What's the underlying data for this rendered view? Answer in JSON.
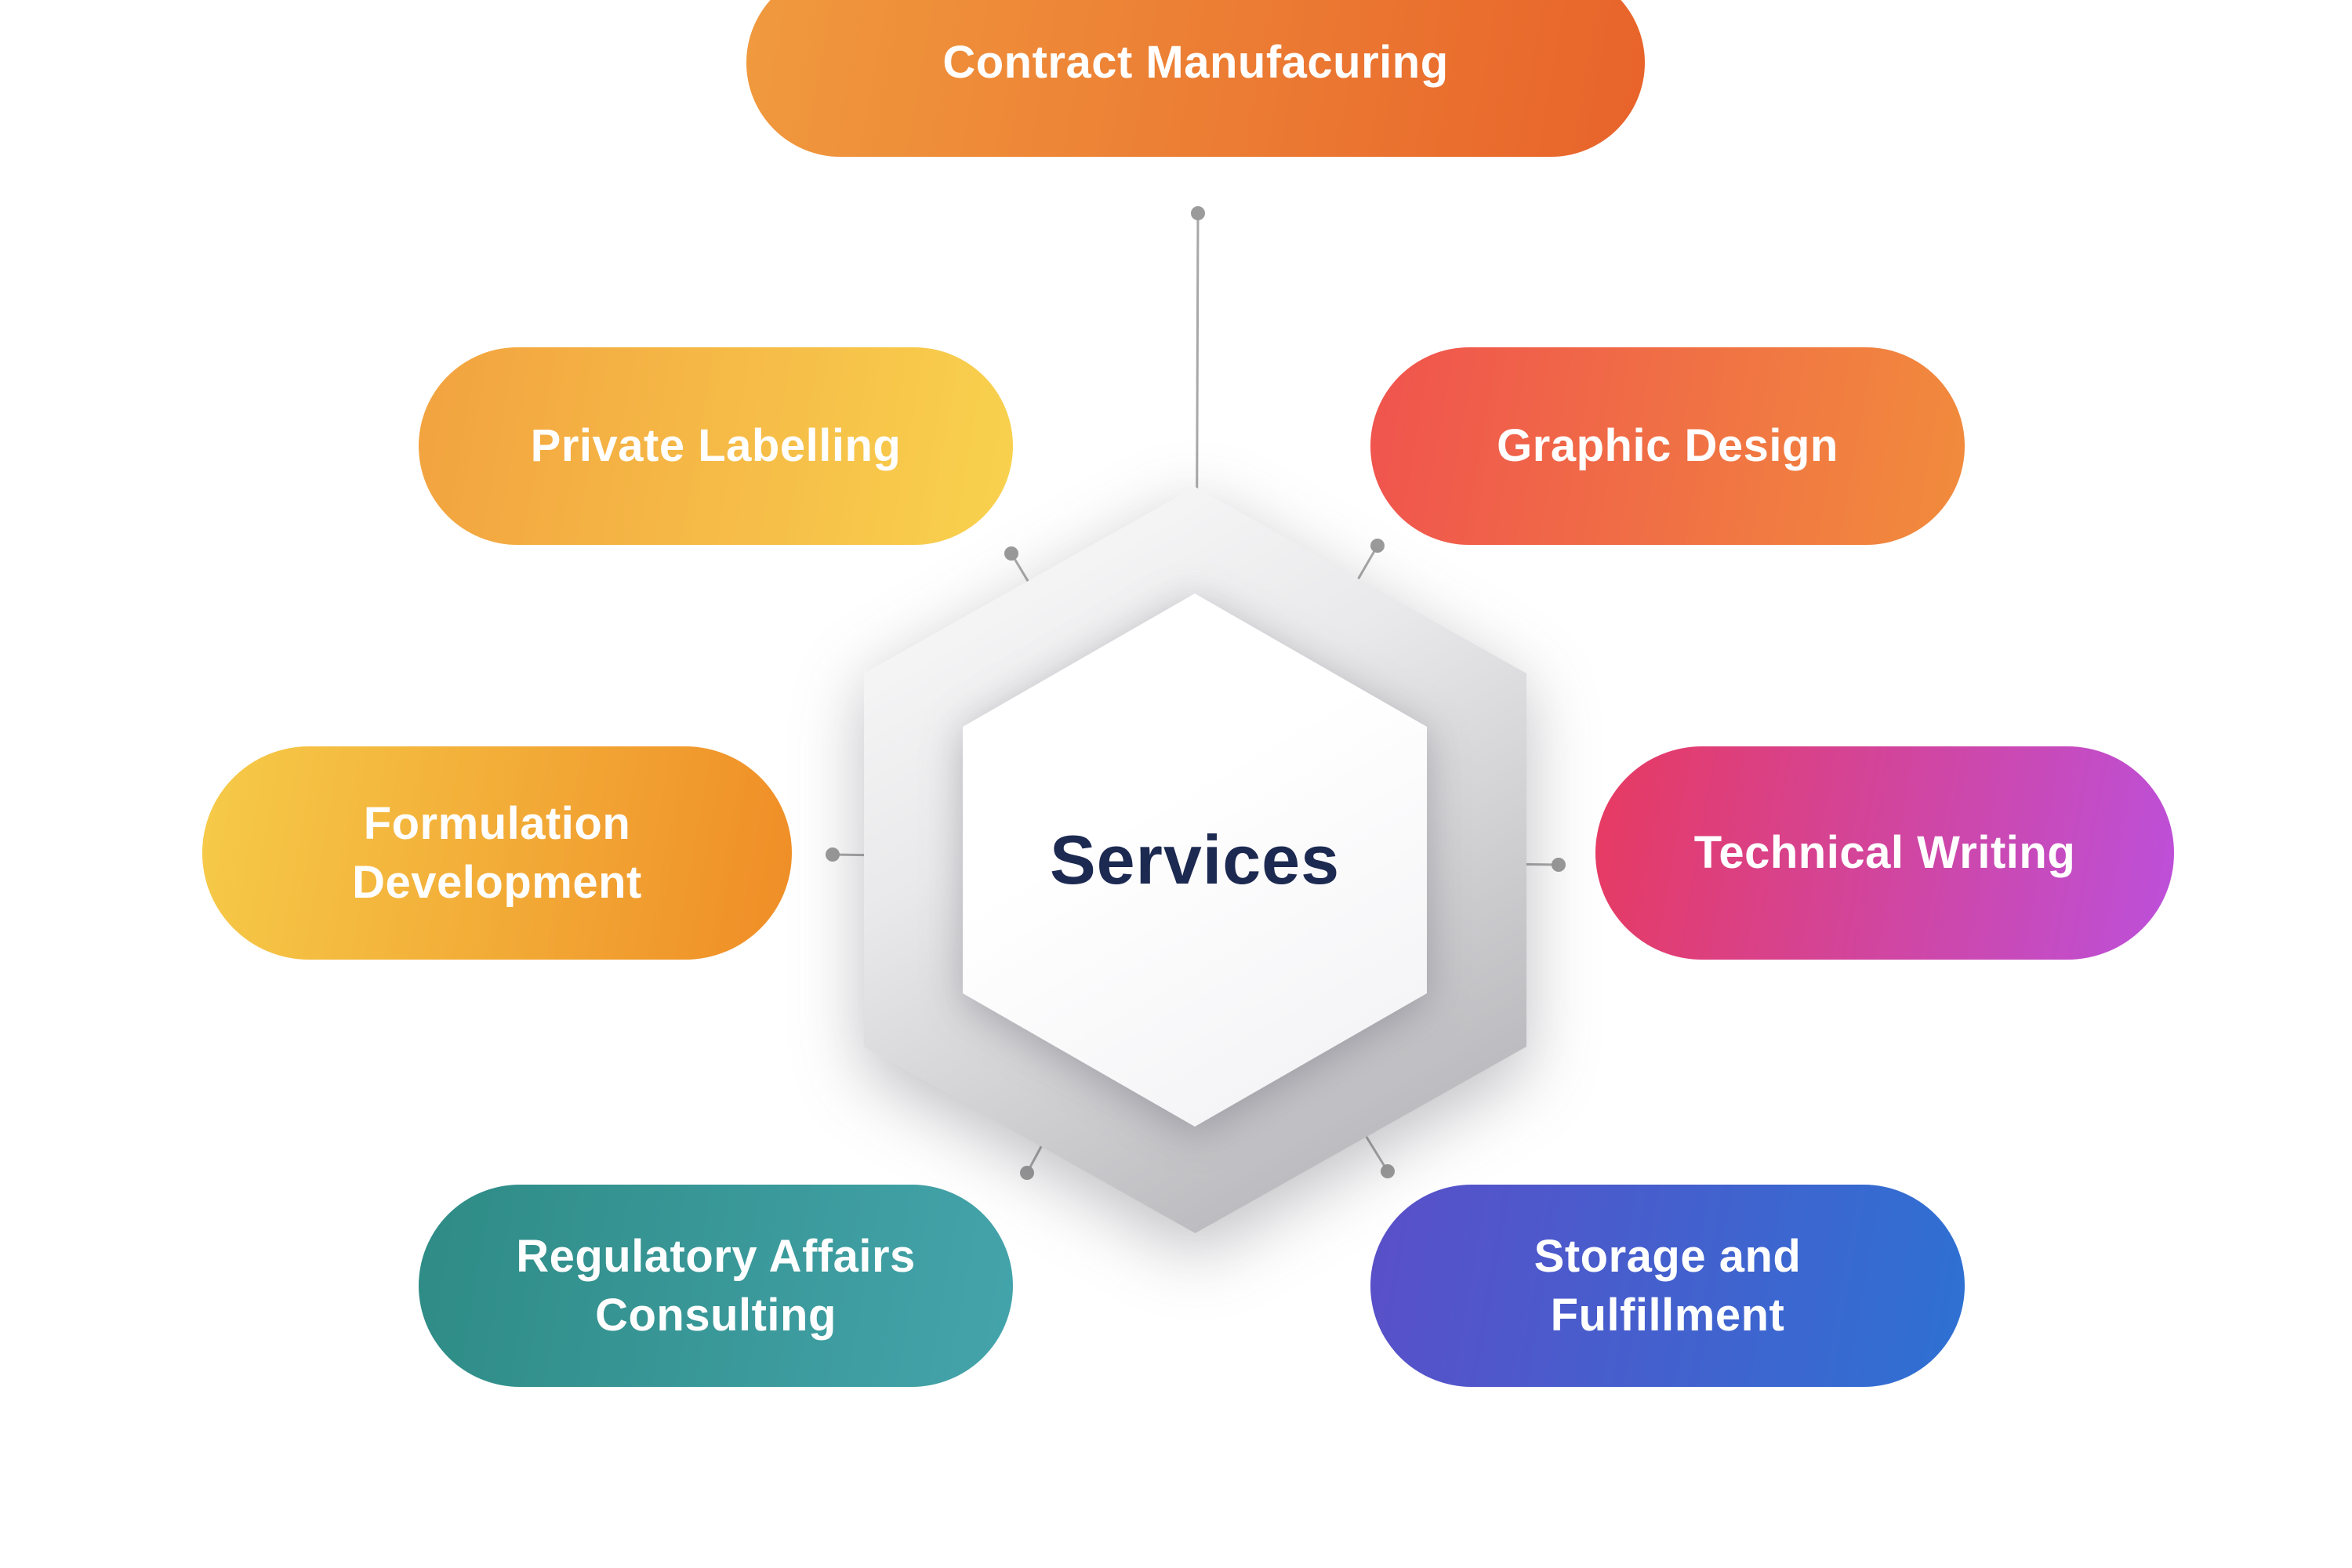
{
  "center": {
    "label": "Services",
    "text_color": "#1C2950",
    "hexagon_outer_colors": [
      "#fbfbfb",
      "#adadb2"
    ],
    "hexagon_inner_colors": [
      "#ffffff",
      "#f1f1f4"
    ]
  },
  "connector": {
    "line_color": "#a8a8a8",
    "dot_color": "#9b9b9b"
  },
  "nodes": [
    {
      "id": "contract-manufacturing",
      "label": "Contract Manufacuring",
      "position": "top",
      "color_start": "#F09A3E",
      "color_end": "#E8632A"
    },
    {
      "id": "private-labelling",
      "label": "Private Labelling",
      "position": "upper-left",
      "color_start": "#F2A23F",
      "color_end": "#F9D24E"
    },
    {
      "id": "graphic-design",
      "label": "Graphic Design",
      "position": "upper-right",
      "color_start": "#F0534E",
      "color_end": "#F18C3C"
    },
    {
      "id": "formulation-development",
      "label": "Formulation\nDevelopment",
      "position": "left",
      "color_start": "#F6CB49",
      "color_end": "#EF8D26"
    },
    {
      "id": "technical-writing",
      "label": "Technical Writing",
      "position": "right",
      "color_start": "#E73A60",
      "color_end": "#BC50DB"
    },
    {
      "id": "regulatory-affairs-consulting",
      "label": "Regulatory Affairs\nConsulting",
      "position": "lower-left",
      "color_start": "#2E8B85",
      "color_end": "#44A4AB"
    },
    {
      "id": "storage-and-fulfillment",
      "label": "Storage and\nFulfillment",
      "position": "lower-right",
      "color_start": "#5A4FC8",
      "color_end": "#2E71D3"
    }
  ]
}
